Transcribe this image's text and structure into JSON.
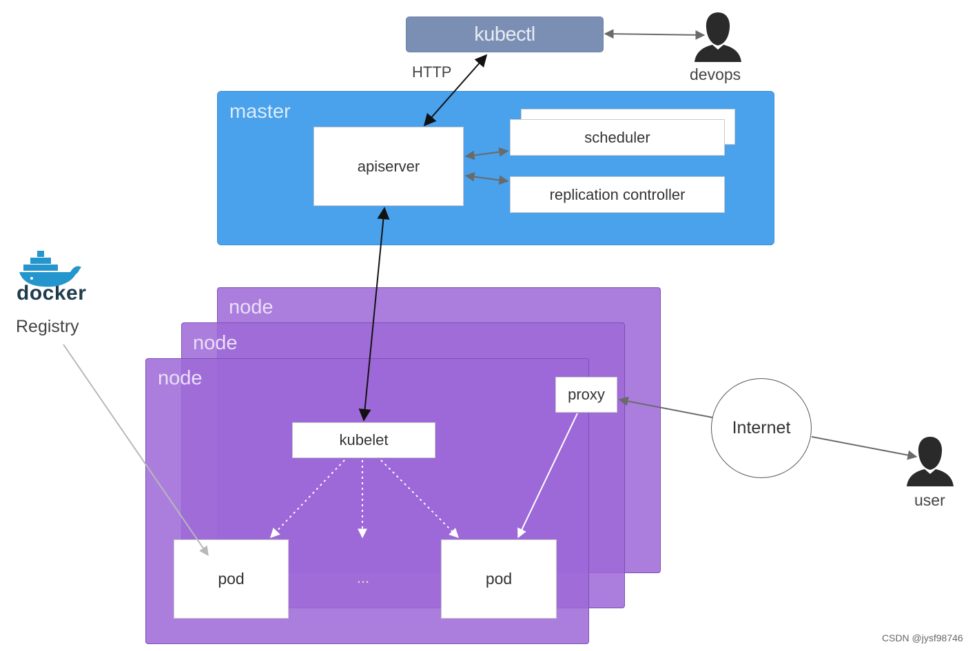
{
  "kubectl": {
    "label": "kubectl"
  },
  "http": {
    "label": "HTTP"
  },
  "devops": {
    "label": "devops",
    "icon": "person-silhouette-icon"
  },
  "master": {
    "title": "master",
    "color": "#4aa1ec",
    "apiserver": "apiserver",
    "scheduler": "scheduler",
    "replication_controller": "replication controller"
  },
  "nodes": {
    "titles": [
      "node",
      "node",
      "node"
    ],
    "color": "#9d69d7",
    "kubelet": "kubelet",
    "proxy": "proxy",
    "pods": [
      "pod",
      "pod"
    ],
    "ellipsis": "..."
  },
  "internet": {
    "label": "Internet"
  },
  "user": {
    "label": "user",
    "icon": "person-silhouette-icon"
  },
  "docker": {
    "brand": "docker",
    "registry": "Registry",
    "icon": "docker-whale-icon"
  },
  "watermark": "CSDN @jysf98746"
}
